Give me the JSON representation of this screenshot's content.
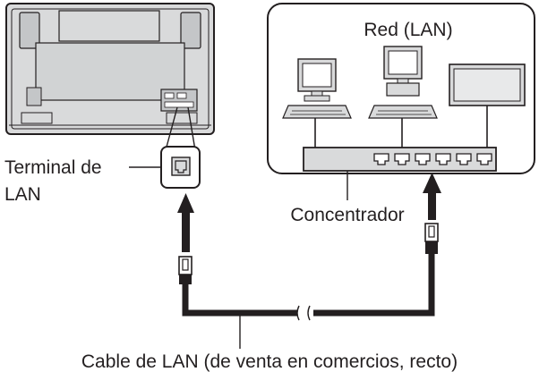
{
  "labels": {
    "network": "Red (LAN)",
    "terminal_line1": "Terminal de",
    "terminal_line2": "LAN",
    "hub": "Concentrador",
    "cable": "Cable de LAN (de venta en comercios, recto)"
  },
  "hub": {
    "port_count": 6
  },
  "colors": {
    "line": "#231f20",
    "fill_gray": "#d9dadb",
    "panel_dark": "#c4c6c8",
    "background": "#ffffff"
  }
}
